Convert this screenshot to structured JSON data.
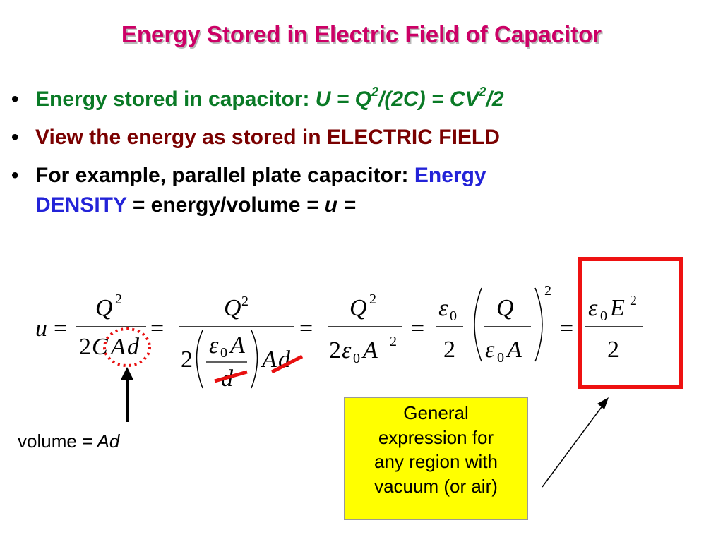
{
  "title": "Energy Stored in Electric Field of Capacitor",
  "bullets": {
    "b1_text": "Energy stored in capacitor: ",
    "b1_eq_a": "U = Q",
    "b1_exp1": "2",
    "b1_eq_b": "/(2C) = CV",
    "b1_exp2": "2",
    "b1_eq_c": "/2",
    "b2_text": "View the energy as stored in ELECTRIC FIELD",
    "b3_text": "For example, parallel plate capacitor: ",
    "b3_energy": "Energy",
    "b3_density": "DENSITY",
    "b3_rest": " = energy/volume ",
    "b3_u": "= u =",
    "bullet_char": "•"
  },
  "equation": {
    "u": "u",
    "eq": "=",
    "Q": "Q",
    "two": "2",
    "C": "C",
    "A": "A",
    "d": "d",
    "eps": "ε",
    "zero": "0",
    "E": "E"
  },
  "volume_label": {
    "text": "volume ",
    "eq": "= Ad"
  },
  "note_lines": [
    "General",
    "expression for",
    "any region with",
    "vacuum (or air)"
  ],
  "colors": {
    "title": "#cc0066",
    "green": "#0a7a26",
    "maroon": "#7a0000",
    "blue": "#2323d8",
    "highlight_box": "#ee1111",
    "note_bg": "#ffff00"
  }
}
